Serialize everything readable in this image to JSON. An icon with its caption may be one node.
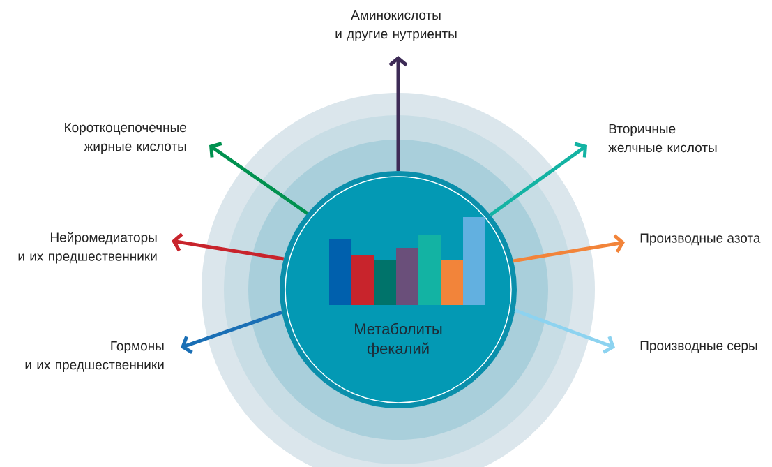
{
  "diagram": {
    "nodes": [
      {
        "text": [
          "Метаболиты фекалий"
        ]
      },
      {
        "text": [
          "Аминокислоты и другие нутриенты"
        ]
      },
      {
        "text": [
          "Короткоцепочечные жирные кислоты"
        ]
      },
      {
        "text": [
          "Нейромедиаторы и их предшественники"
        ]
      },
      {
        "text": [
          "Гормоны и их предшественники"
        ]
      },
      {
        "text": [
          "Вторичные желчные кислоты"
        ]
      },
      {
        "text": [
          "Производные азота"
        ]
      },
      {
        "text": [
          "Производные серы"
        ]
      }
    ],
    "edges": [
      {
        "from": 0,
        "to": 1,
        "arrow": "to",
        "color": "#3d2b56"
      },
      {
        "from": 0,
        "to": 2,
        "arrow": "to",
        "color": "#00914f"
      },
      {
        "from": 0,
        "to": 3,
        "arrow": "to",
        "color": "#c8242c"
      },
      {
        "from": 0,
        "to": 4,
        "arrow": "to",
        "color": "#1a6fb5"
      },
      {
        "from": 0,
        "to": 5,
        "arrow": "to",
        "color": "#13b3a3"
      },
      {
        "from": 0,
        "to": 6,
        "arrow": "to",
        "color": "#f2843a"
      },
      {
        "from": 0,
        "to": 7,
        "arrow": "to",
        "color": "#8dd3f0"
      }
    ]
  }
}
